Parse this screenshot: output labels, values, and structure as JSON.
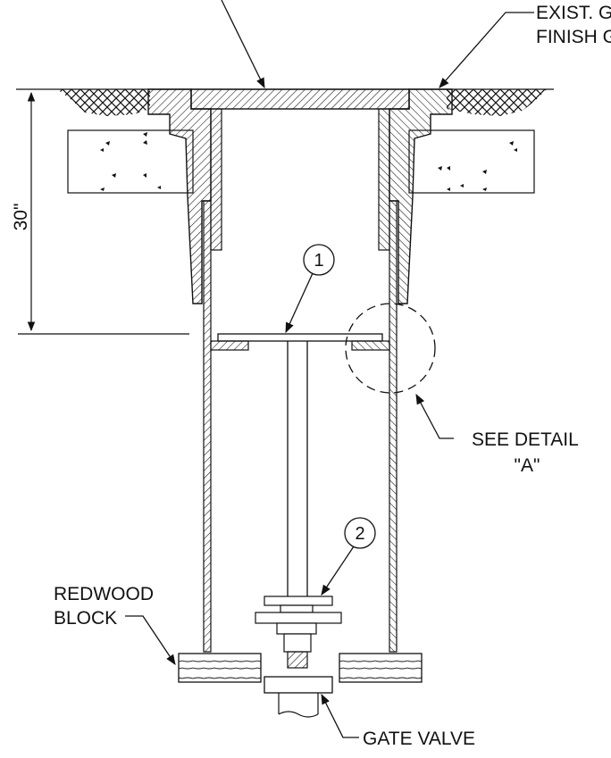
{
  "drawing": {
    "title_labels": {
      "existing_grade_line1": "EXIST. G",
      "existing_grade_line2": "FINISH G"
    },
    "dimension": {
      "depth": "30\""
    },
    "callouts": {
      "bubble_1": "1",
      "bubble_2": "2",
      "see_detail_line1": "SEE DETAIL",
      "see_detail_line2": "\"A\"",
      "redwood_line1": "REDWOOD",
      "redwood_line2": "BLOCK",
      "gate_valve": "GATE VALVE"
    }
  }
}
